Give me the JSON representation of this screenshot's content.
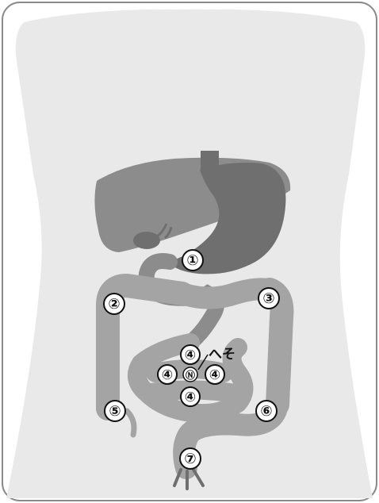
{
  "markers": [
    {
      "id": "m1",
      "label": "①"
    },
    {
      "id": "m2",
      "label": "②"
    },
    {
      "id": "m3",
      "label": "③"
    },
    {
      "id": "m4a",
      "label": "④"
    },
    {
      "id": "m4b",
      "label": "④"
    },
    {
      "id": "m4c",
      "label": "④"
    },
    {
      "id": "m4d",
      "label": "④"
    },
    {
      "id": "mN",
      "label": "Ⓝ"
    },
    {
      "id": "m5",
      "label": "⑤"
    },
    {
      "id": "m6",
      "label": "⑥"
    },
    {
      "id": "m7",
      "label": "⑦"
    }
  ],
  "navel_label": "へそ",
  "colors": {
    "frame": "#8a8a8a",
    "body": "#e9e9e9",
    "organ_dark": "#6f6f6f",
    "organ_mid": "#8c8c8c",
    "intestine": "#a4a4a4",
    "label_fill": "#ffffff",
    "label_stroke": "#111111"
  }
}
